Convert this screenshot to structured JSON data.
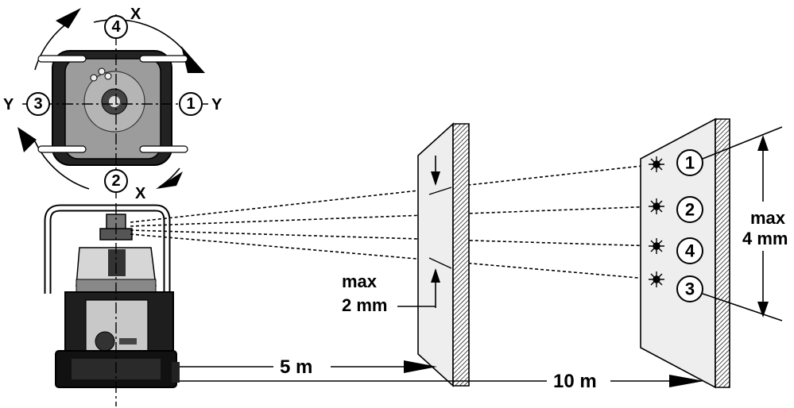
{
  "top_view": {
    "axis_x": "X",
    "axis_y": "Y",
    "positions": [
      "1",
      "2",
      "3",
      "4"
    ]
  },
  "near_wall": {
    "max_label": "max",
    "max_value": "2 mm"
  },
  "far_wall": {
    "points": [
      "1",
      "2",
      "4",
      "3"
    ],
    "max_label": "max",
    "max_value": "4 mm"
  },
  "distances": {
    "near": "5 m",
    "far": "10 m"
  }
}
